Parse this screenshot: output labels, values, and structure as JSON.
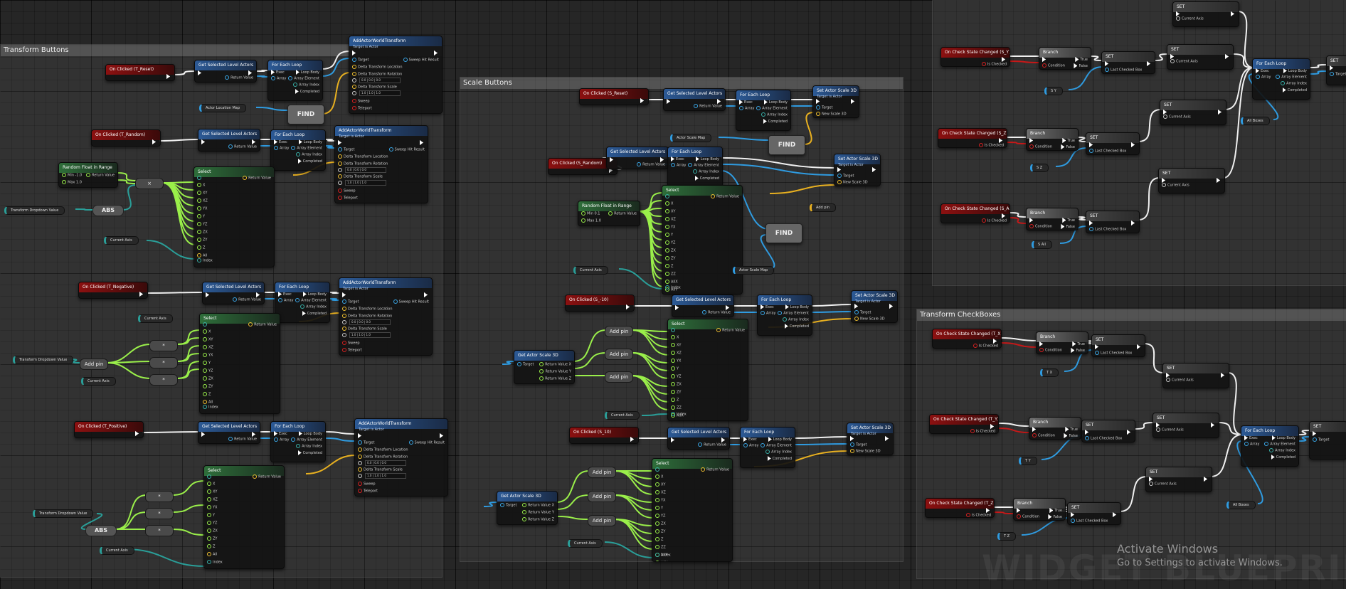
{
  "comments": {
    "transform_buttons": "Transform Buttons",
    "scale_buttons": "Scale Buttons",
    "transform_checkboxes": "Transform CheckBoxes"
  },
  "labels": {
    "target_is_actor": "Target is Actor",
    "exec": "Exec",
    "loop_body": "Loop Body",
    "array": "Array",
    "array_element": "Array Element",
    "array_index": "Array Index",
    "completed": "Completed",
    "return_value": "Return Value",
    "target": "Target",
    "sweep_hit_result": "Sweep Hit Result",
    "delta_location": "Delta Transform Location",
    "delta_rotation": "Delta Transform Rotation",
    "delta_scale": "Delta Transform Scale",
    "sweep": "Sweep",
    "teleport": "Teleport",
    "new_scale_3d": "New Scale 3D",
    "condition": "Condition",
    "true": "True",
    "false": "False",
    "is_checked": "Is Checked",
    "last_checked_box": "Last Checked Box",
    "current_axis": "Current Axis",
    "index": "Index",
    "all": "All",
    "min": "Min",
    "max": "Max",
    "add_pin": "Add pin",
    "return_value_x": "Return Value X",
    "return_value_y": "Return Value Y",
    "return_value_z": "Return Value Z"
  },
  "nodes": {
    "get_selected": "Get Selected Level Actors",
    "for_each": "For Each Loop",
    "add_world_transform": "AddActorWorldTransform",
    "set_actor_scale": "Set Actor Scale 3D",
    "get_actor_scale": "Get Actor Scale 3D",
    "random_float": "Random Float in Range",
    "select": "Select",
    "branch": "Branch",
    "set": "SET",
    "find": "FIND",
    "abs": "ABS"
  },
  "events": {
    "t_reset": "On Clicked (T_Reset)",
    "t_random": "On Clicked (T_Random)",
    "t_negative": "On Clicked (T_Negative)",
    "t_positive": "On Clicked (T_Positive)",
    "s_reset": "On Clicked (S_Reset)",
    "s_random": "On Clicked (S_Random)",
    "s_m10": "On Clicked (S_-10)",
    "s_10": "On Clicked (S_10)",
    "sy": "On Check State Changed (S_Y)",
    "sz": "On Check State Changed (S_Z)",
    "sall": "On Check State Changed (S_All)",
    "tx": "On Check State Changed (T_X)",
    "ty": "On Check State Changed (T_Y)",
    "tz": "On Check State Changed (T_Z)"
  },
  "vars": {
    "actor_location_map": "Actor Location Map",
    "actor_scale_map": "Actor Scale Map",
    "transform_dropdown": "Transform Dropdown Value",
    "current_axis": "Current Axis",
    "sy": "S Y",
    "sz": "S Z",
    "sall": "S All",
    "tx": "T X",
    "ty": "T Y",
    "tz": "T Z",
    "all_boxes": "All Boxes"
  },
  "select_options": [
    "X",
    "XY",
    "XZ",
    "YX",
    "Y",
    "YZ",
    "ZX",
    "ZY",
    "Z"
  ],
  "scale_options": [
    "ZZ",
    "AllX",
    "AllY",
    "AllZ"
  ],
  "values": {
    "min_rand": "-1.0",
    "max_rand": "1.0",
    "min_scale": "0.1",
    "max_scale": "1.0",
    "vec_zero": "0.0",
    "vec_one": "1.0"
  },
  "watermark": {
    "line1": "Activate Windows",
    "line2": "Go to Settings to activate Windows.",
    "bg_text": "WIDGET BLUEPRINT"
  }
}
